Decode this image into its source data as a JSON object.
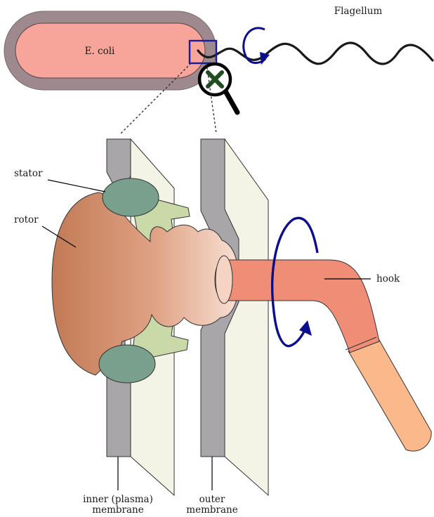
{
  "labels": {
    "cell": "E. coli",
    "flagellum": "Flagellum",
    "stator": "stator",
    "rotor": "rotor",
    "hook": "hook",
    "inner_membrane_line1": "inner (plasma)",
    "inner_membrane_line2": "membrane",
    "outer_membrane_line1": "outer",
    "outer_membrane_line2": "membrane"
  },
  "colors": {
    "cell_wall": "#9e8a8e",
    "cell_body": "#f7a49a",
    "highlight_box": "#1a1aa0",
    "rotation_arrow": "#0d0d8f",
    "magnifier_cross": "#1f4d1f",
    "membrane": "#a8a6a8",
    "membrane_face": "#f3f3e6",
    "stator": "#79a08c",
    "ring": "#c9d9a8",
    "rotor_dark": "#c27a55",
    "rotor_light": "#f5d4c4",
    "hook": "#f08d76",
    "filament": "#fbb88a"
  },
  "icons": {
    "magnifier": "magnifier-icon",
    "rotation": "rotation-arrow-icon"
  }
}
